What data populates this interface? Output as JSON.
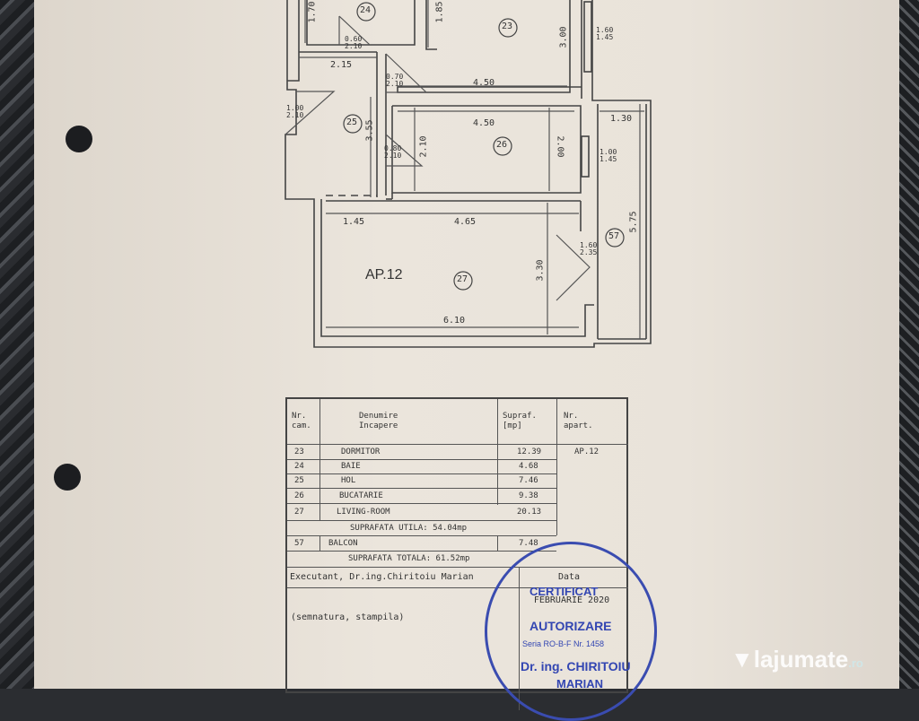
{
  "plan": {
    "apartment_label": "AP.12",
    "rooms": [
      "24",
      "23",
      "25",
      "26",
      "27",
      "57"
    ],
    "dimensions": {
      "d170": "1.70",
      "d185": "1.85",
      "d300": "3.00",
      "d215": "2.15",
      "d450a": "4.50",
      "d450b": "4.50",
      "d355": "3.55",
      "d210": "2.10",
      "d200": "2.00",
      "d130": "1.30",
      "d145": "1.45",
      "d465": "4.65",
      "d575": "5.75",
      "d330": "3.30",
      "d610": "6.10"
    },
    "openings": {
      "o1": [
        "0.60",
        "2.10"
      ],
      "o2": [
        "0.70",
        "2.10"
      ],
      "o3": [
        "1.00",
        "2.10"
      ],
      "o4": [
        "0.80",
        "2.10"
      ],
      "o5": [
        "1.60",
        "1.45"
      ],
      "o6": [
        "1.00",
        "1.45"
      ],
      "o7": [
        "1.60",
        "2.35"
      ]
    }
  },
  "table": {
    "headers": {
      "nr": "Nr. cam.",
      "name": "Denumire Incapere",
      "area": "Supraf. [mp]",
      "apt": "Nr. apart."
    },
    "rows": [
      {
        "nr": "23",
        "name": "DORMITOR",
        "area": "12.39"
      },
      {
        "nr": "24",
        "name": "BAIE",
        "area": "4.68"
      },
      {
        "nr": "25",
        "name": "HOL",
        "area": "7.46"
      },
      {
        "nr": "26",
        "name": "BUCATARIE",
        "area": "9.38"
      },
      {
        "nr": "27",
        "name": "LIVING-ROOM",
        "area": "20.13"
      }
    ],
    "apartment": "AP.12",
    "useful_area": "SUPRAFATA  UTILA: 54.04mp",
    "balcony": {
      "nr": "57",
      "name": "BALCON",
      "area": "7.48"
    },
    "total_area": "SUPRAFATA  TOTALA: 61.52mp",
    "executant": "Executant,   Dr.ing.Chiritoiu  Marian",
    "date_label": "Data",
    "date_value": "FEBRUARIE 2020",
    "signature": "(semnatura,  stampila)"
  },
  "stamp": {
    "line1": "CERTIFICAT",
    "line2": "AUTORIZARE",
    "line3": "Seria RO-B-F Nr. 1458",
    "line4": "Dr. ing. CHIRITOIU",
    "line5": "MARIAN"
  },
  "watermark": {
    "brand": "lajumate",
    "tld": ".ro"
  }
}
